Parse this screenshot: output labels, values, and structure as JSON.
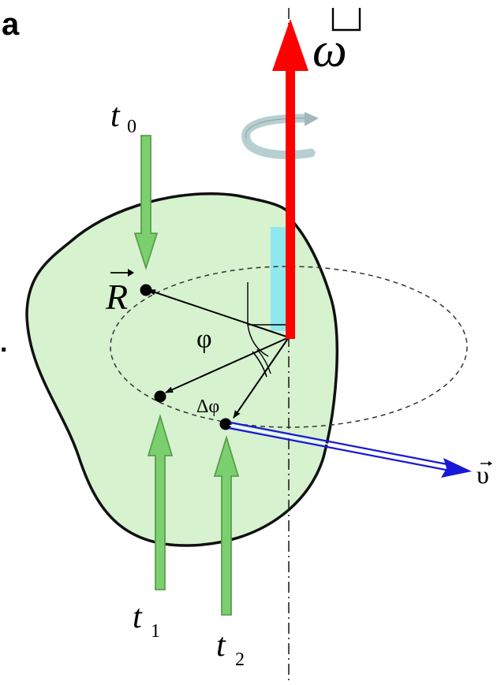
{
  "panel_label": "a",
  "stray_dot": ".",
  "labels": {
    "omega": "ω",
    "radius_vector": "R",
    "velocity": "υ",
    "angle": "φ",
    "delta_angle": "Δφ",
    "t0": {
      "base": "t",
      "sub": "0"
    },
    "t1": {
      "base": "t",
      "sub": "1"
    },
    "t2": {
      "base": "t",
      "sub": "2"
    }
  },
  "colors": {
    "body_fill": "#d6f2cf",
    "body_outline": "#111111",
    "omega_arrow": "#ff0000",
    "time_arrows": "#7ccf6e",
    "time_arrows_edge": "#5a9e4e",
    "velocity_arrow": "#1818d8",
    "axis_highlight": "#8fe8ee",
    "rotation_symbol": "#b8cfd2"
  }
}
